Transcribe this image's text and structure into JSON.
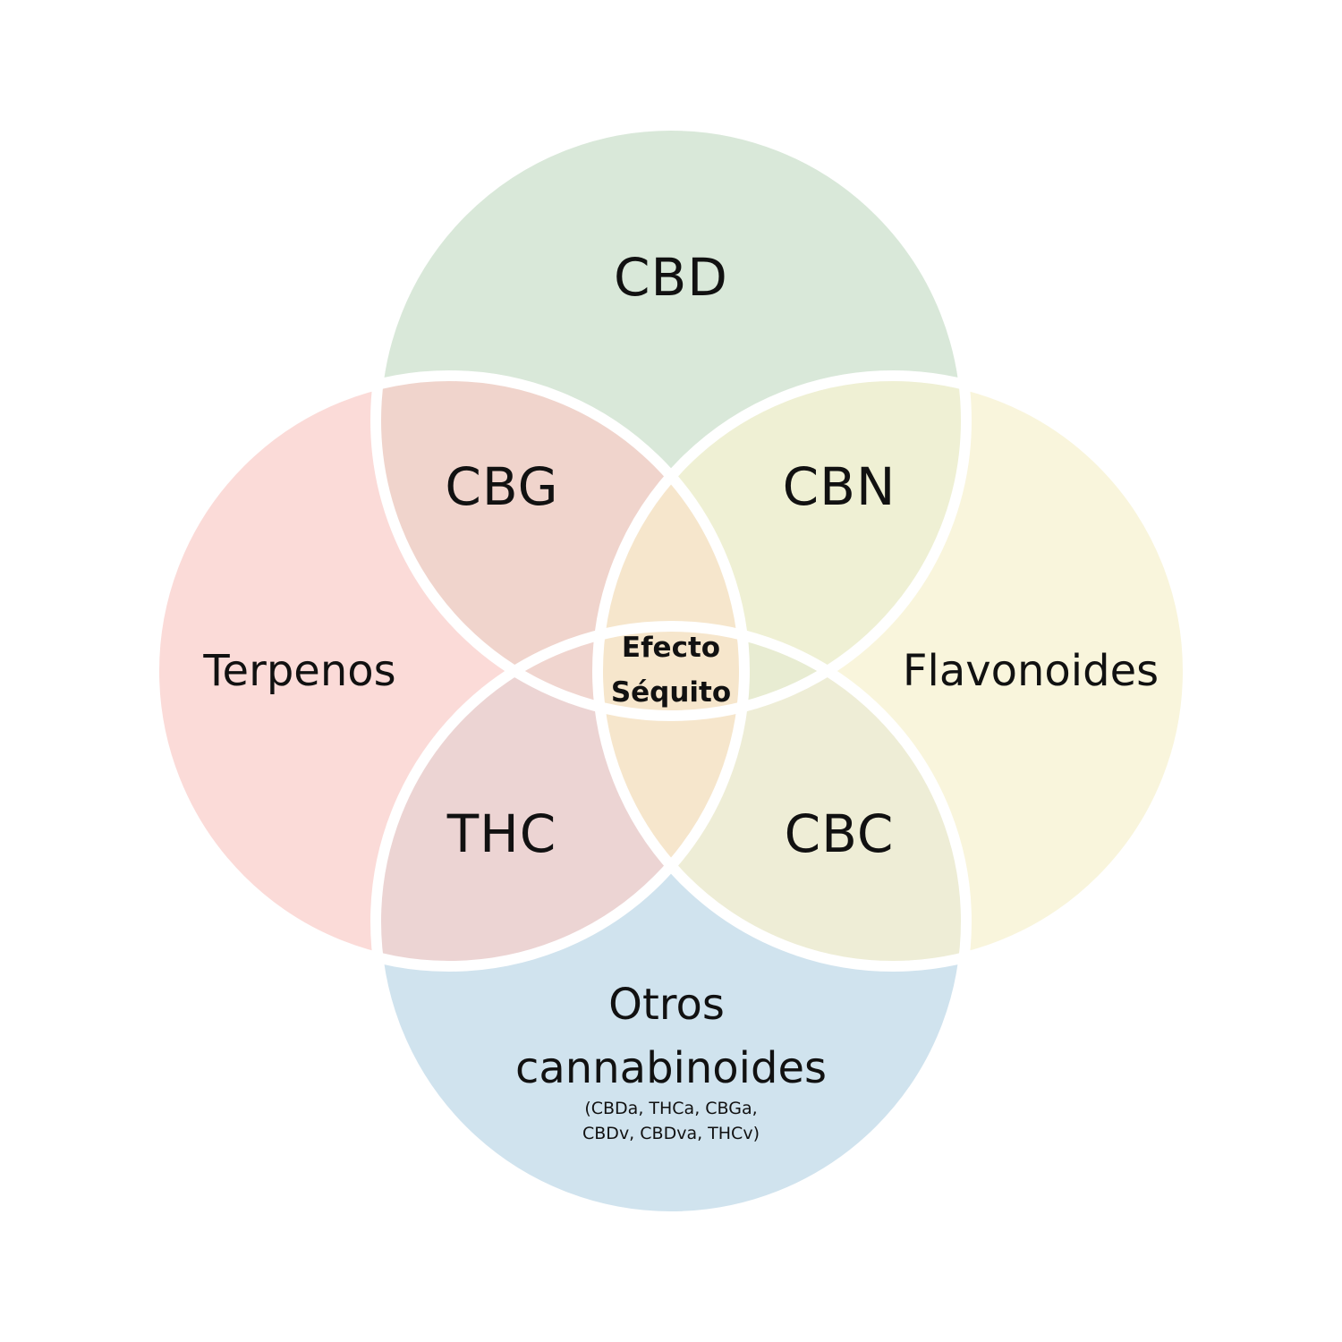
{
  "title": "Efecto Séquito",
  "sets": [
    {
      "id": "top",
      "label": "CBD",
      "color": "#d9e8d9"
    },
    {
      "id": "left",
      "label": "Terpenos",
      "color": "#fbdbd8"
    },
    {
      "id": "right",
      "label": "Flavonoides",
      "color": "#f9f5dc"
    },
    {
      "id": "bottom",
      "label": "Otros cannabinoides",
      "line1": "Otros",
      "line2": "cannabinoides",
      "note1": "(CBDa, THCa, CBGa,",
      "note2": "CBDv, CBDva,  THCv)",
      "color": "#d0e3ee"
    }
  ],
  "overlaps": {
    "top_left": {
      "label": "CBG",
      "color": "#f0d4cc"
    },
    "top_right": {
      "label": "CBN",
      "color": "#eff0d4"
    },
    "left_bottom": {
      "label": "THC",
      "color": "#ecd4d3"
    },
    "right_bottom": {
      "label": "CBC",
      "color": "#eeedd6"
    },
    "top_bottom_left": {
      "color": "#f0d5cf"
    },
    "top_bottom_right": {
      "color": "#e8ecd2"
    },
    "center": {
      "label": "Efecto",
      "label2": "Séquito",
      "color": "#f6e6cc"
    }
  }
}
